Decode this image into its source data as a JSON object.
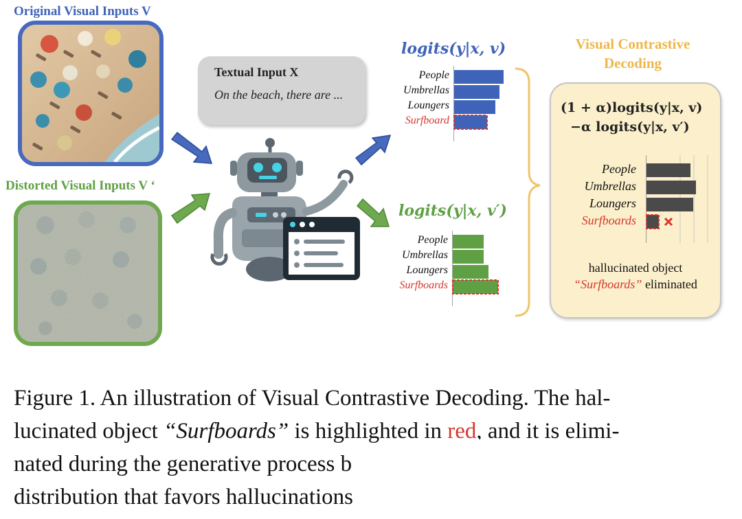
{
  "original_input": {
    "title": "Original Visual Inputs V"
  },
  "distorted_input": {
    "title": "Distorted Visual Inputs V ‘"
  },
  "textual_input": {
    "title": "Textual Input X",
    "text": "On the beach, there are ..."
  },
  "logits_original": {
    "title": "logits(y|x, v)",
    "labels": [
      "People",
      "Umbrellas",
      "Loungers",
      "Surfboard"
    ],
    "values": [
      0.72,
      0.66,
      0.6,
      0.48
    ],
    "highlight_index": 3
  },
  "logits_distorted": {
    "title": "logits(y|x, v′)",
    "labels": [
      "People",
      "Umbrellas",
      "Loungers",
      "Surfboards"
    ],
    "values": [
      0.45,
      0.45,
      0.52,
      0.66
    ],
    "highlight_index": 3
  },
  "vcd": {
    "title_line1": "Visual Contrastive",
    "title_line2": "Decoding",
    "formula_line1": "(1 + α)logits(y|x, v)",
    "formula_line2": "−α logits(y|x, v′)",
    "labels": [
      "People",
      "Umbrellas",
      "Loungers",
      "Surfboards"
    ],
    "values": [
      0.64,
      0.72,
      0.68,
      0.18
    ],
    "eliminated_index": 3,
    "note_line1": "hallucinated object",
    "note_quote": "“Surfboards”",
    "note_rest": " eliminated"
  },
  "caption": {
    "line1": "Figure 1. An illustration of Visual Contrastive Decoding. The hal-",
    "line2_a": "lucinated object ",
    "line2_quote": "“Surfboards”",
    "line2_b": " is highlighted in ",
    "line2_red": "red",
    "line2_c": ", and it is elimi-",
    "line3": "nated during the generative process b",
    "line4": "distribution that favors hallucinations"
  },
  "colors": {
    "blue": "#3f63b8",
    "green": "#5fa044",
    "red": "#d4372f",
    "vcd_gold": "#edb74a",
    "dark_bar": "#4a4a4a",
    "brace": "#f0c56a"
  }
}
